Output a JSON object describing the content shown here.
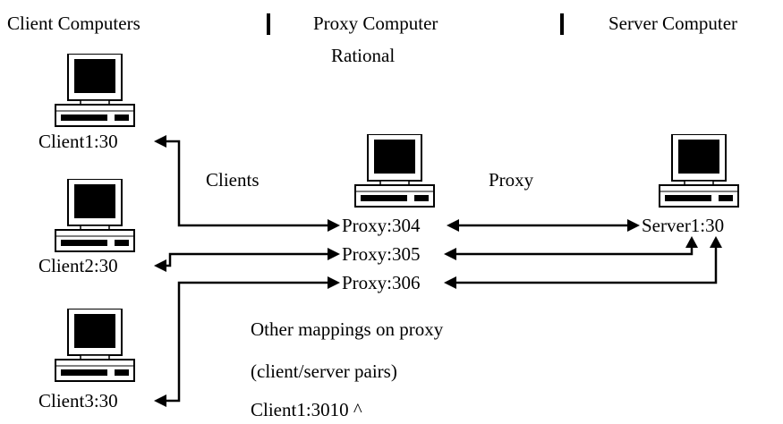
{
  "header": {
    "clients_col": "Client Computers",
    "proxy_col": "Proxy Computer",
    "proxy_sub": "Rational",
    "server_col": "Server Computer"
  },
  "clients": [
    {
      "label": "Client1:30",
      "icon": "computer-icon"
    },
    {
      "label": "Client2:30",
      "icon": "computer-icon"
    },
    {
      "label": "Client3:30",
      "icon": "computer-icon"
    }
  ],
  "proxy": {
    "icon": "computer-icon",
    "ports": [
      "Proxy:304",
      "Proxy:305",
      "Proxy:306"
    ]
  },
  "server": {
    "icon": "computer-icon",
    "label": "Server1:30"
  },
  "segment_labels": {
    "clients": "Clients",
    "proxy": "Proxy"
  },
  "notes": {
    "line1": "Other mappings on proxy",
    "line2": "(client/server pairs)",
    "line3": "Client1:3010 ^"
  }
}
